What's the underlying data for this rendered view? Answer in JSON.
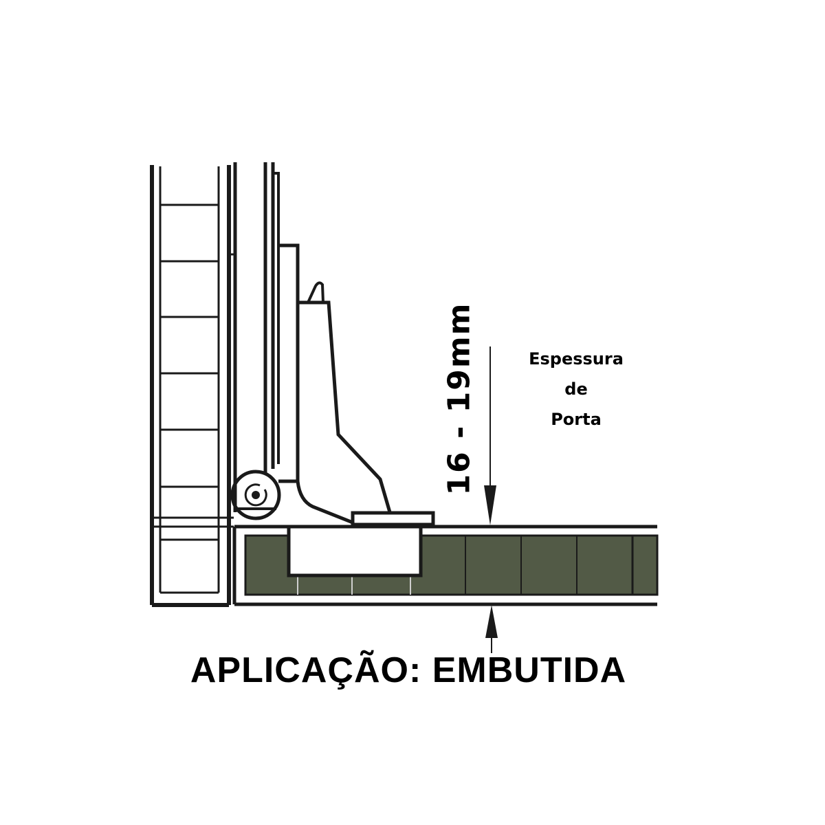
{
  "diagram": {
    "title": "APLICAÇÃO: EMBUTIDA",
    "dimension_label": "16 - 19mm",
    "thickness_label": {
      "line1": "Espessura",
      "line2": "de",
      "line3": "Porta"
    },
    "colors": {
      "line": "#1a1a1a",
      "door_fill": "#525a46",
      "background": "#ffffff"
    },
    "components": [
      "cabinet-side-panel",
      "hinge-arm",
      "hinge-pivot",
      "hinge-cup",
      "door-panel",
      "dimension-arrows"
    ]
  }
}
